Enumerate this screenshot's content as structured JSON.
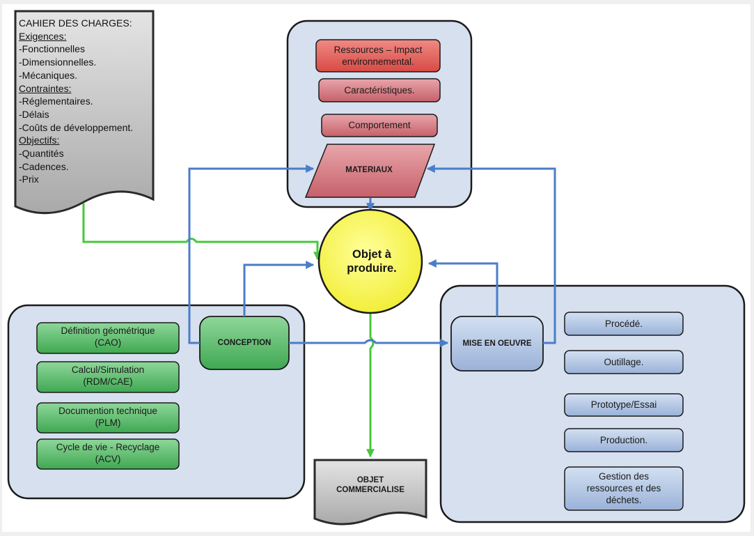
{
  "cahier": {
    "title": "CAHIER DES CHARGES:",
    "exigences_heading": "Exigences:",
    "exigences": [
      "-Fonctionnelles",
      "-Dimensionnelles.",
      "-Mécaniques."
    ],
    "contraintes_heading": "Contraintes:",
    "contraintes": [
      "-Réglementaires.",
      "-Délais",
      "-Coûts de développement."
    ],
    "objectifs_heading": "Objectifs:",
    "objectifs": [
      "-Quantités",
      "-Cadences.",
      "-Prix"
    ]
  },
  "materiaux": {
    "ressources": [
      "Ressources – Impact",
      "environnemental."
    ],
    "caracteristiques": "Caractéristiques.",
    "comportement": "Comportement",
    "label": "MATERIAUX"
  },
  "center": [
    "Objet à",
    "produire."
  ],
  "conception": {
    "label": "CONCEPTION",
    "items": [
      [
        "Définition géométrique",
        "(CAO)"
      ],
      [
        "Calcul/Simulation",
        "(RDM/CAE)"
      ],
      [
        "Documention technique",
        "(PLM)"
      ],
      [
        "Cycle de vie - Recyclage",
        "(ACV)"
      ]
    ]
  },
  "mise_en_oeuvre": {
    "label": "MISE EN OEUVRE",
    "items": [
      [
        "Procédé."
      ],
      [
        "Outillage."
      ],
      [
        "Prototype/Essai"
      ],
      [
        "Production."
      ],
      [
        "Gestion des",
        "ressources et des",
        "déchets."
      ]
    ]
  },
  "objet_commercialise": [
    "OBJET",
    "COMMERCIALISE"
  ],
  "colors": {
    "panel_fill": "#d6e0ef",
    "green": "#5cba6b",
    "red": "#d85a5a",
    "blue_box": "#b6c8e4",
    "arrow_blue": "#4a7dc9",
    "arrow_green": "#44c93a",
    "yellow": "#fafa66"
  }
}
